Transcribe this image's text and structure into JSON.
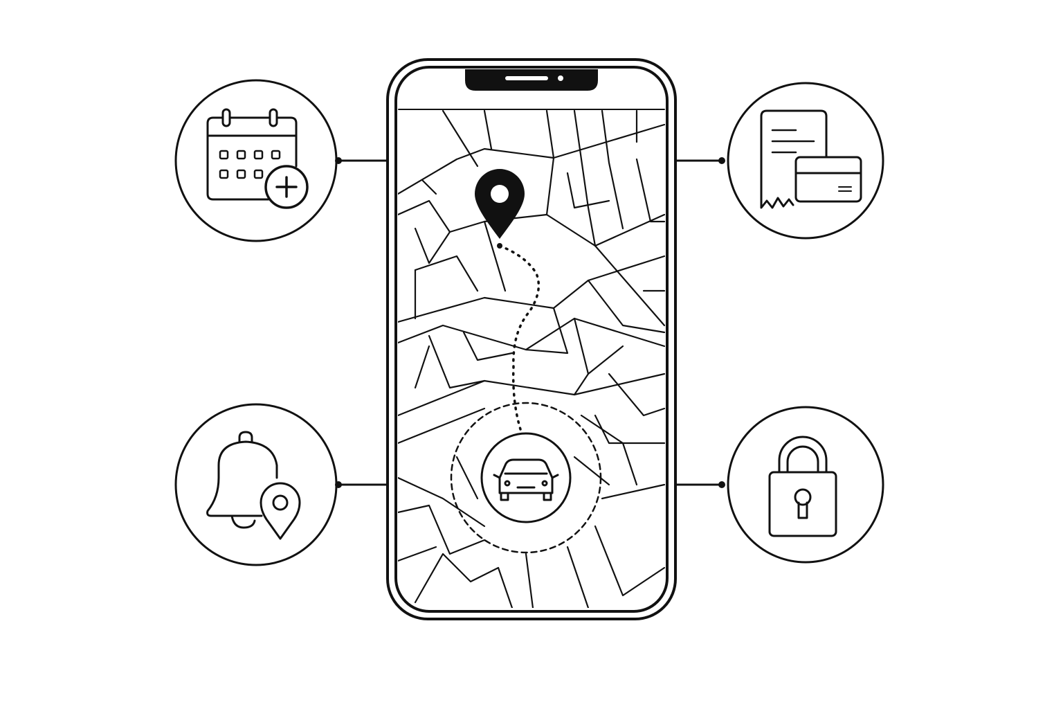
{
  "colors": {
    "background": "#ffffff",
    "stroke": "#111111"
  },
  "phone": {
    "map": {
      "route_style": "dotted"
    },
    "destination_icon": "map-pin-icon",
    "vehicle_icon": "car-icon"
  },
  "features": [
    {
      "id": "schedule",
      "icon": "calendar-add-icon",
      "side": "left",
      "row": "top"
    },
    {
      "id": "notifications",
      "icon": "bell-location-icon",
      "side": "left",
      "row": "bottom"
    },
    {
      "id": "billing",
      "icon": "receipt-card-icon",
      "side": "right",
      "row": "top"
    },
    {
      "id": "security",
      "icon": "padlock-icon",
      "side": "right",
      "row": "bottom"
    }
  ]
}
